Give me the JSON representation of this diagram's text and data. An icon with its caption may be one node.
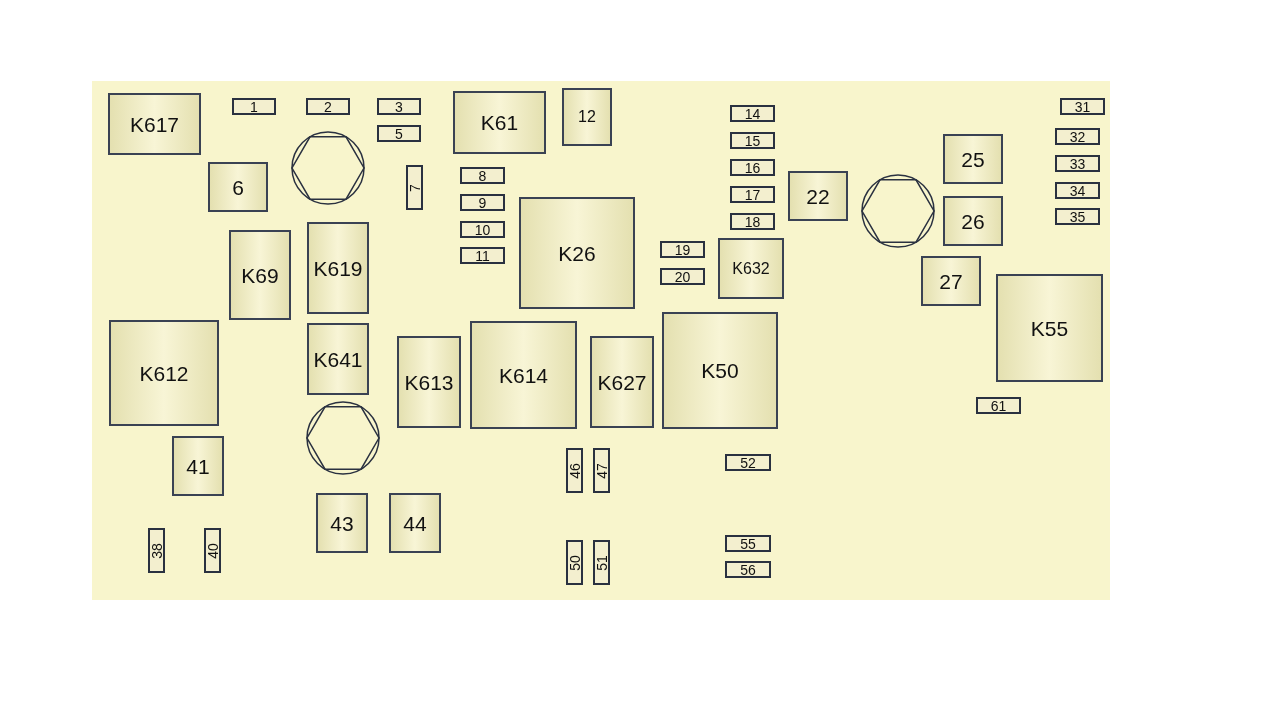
{
  "diagram": {
    "nodes": [
      {
        "text": [
          "K617"
        ]
      },
      {
        "text": [
          "1"
        ]
      },
      {
        "text": [
          "2"
        ]
      },
      {
        "text": [
          "3"
        ]
      },
      {
        "text": [
          "5"
        ]
      },
      {
        "text": [
          "K61"
        ]
      },
      {
        "text": [
          "12"
        ]
      },
      {
        "text": [
          "6"
        ]
      },
      {
        "text": [
          "7"
        ]
      },
      {
        "text": [
          "8"
        ]
      },
      {
        "text": [
          "9"
        ]
      },
      {
        "text": [
          "10"
        ]
      },
      {
        "text": [
          "11"
        ]
      },
      {
        "text": [
          "K26"
        ]
      },
      {
        "text": [
          "14"
        ]
      },
      {
        "text": [
          "15"
        ]
      },
      {
        "text": [
          "16"
        ]
      },
      {
        "text": [
          "17"
        ]
      },
      {
        "text": [
          "18"
        ]
      },
      {
        "text": [
          "22"
        ]
      },
      {
        "text": [
          "25"
        ]
      },
      {
        "text": [
          "26"
        ]
      },
      {
        "text": [
          "27"
        ]
      },
      {
        "text": [
          "31"
        ]
      },
      {
        "text": [
          "32"
        ]
      },
      {
        "text": [
          "33"
        ]
      },
      {
        "text": [
          "34"
        ]
      },
      {
        "text": [
          "35"
        ]
      },
      {
        "text": [
          "K69"
        ]
      },
      {
        "text": [
          "K619"
        ]
      },
      {
        "text": [
          "19"
        ]
      },
      {
        "text": [
          "20"
        ]
      },
      {
        "text": [
          "K632"
        ]
      },
      {
        "text": [
          "K55"
        ]
      },
      {
        "text": [
          "K612"
        ]
      },
      {
        "text": [
          "K641"
        ]
      },
      {
        "text": [
          "K613"
        ]
      },
      {
        "text": [
          "K614"
        ]
      },
      {
        "text": [
          "K627"
        ]
      },
      {
        "text": [
          "K50"
        ]
      },
      {
        "text": [
          "61"
        ]
      },
      {
        "text": [
          "41"
        ]
      },
      {
        "text": [
          "46"
        ]
      },
      {
        "text": [
          "47"
        ]
      },
      {
        "text": [
          "52"
        ]
      },
      {
        "text": [
          "43"
        ]
      },
      {
        "text": [
          "44"
        ]
      },
      {
        "text": [
          "38"
        ]
      },
      {
        "text": [
          "40"
        ]
      },
      {
        "text": [
          "50"
        ]
      },
      {
        "text": [
          "51"
        ]
      },
      {
        "text": [
          "55"
        ]
      },
      {
        "text": [
          "56"
        ]
      }
    ]
  }
}
